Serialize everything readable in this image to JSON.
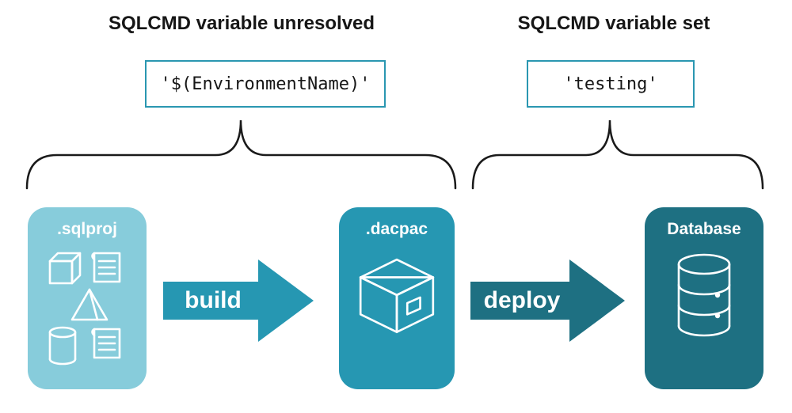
{
  "diagram": {
    "left": {
      "heading": "SQLCMD variable unresolved",
      "code": "'$(EnvironmentName)'"
    },
    "right": {
      "heading": "SQLCMD variable set",
      "code": "'testing'"
    },
    "nodes": {
      "sqlproj": ".sqlproj",
      "dacpac": ".dacpac",
      "database": "Database"
    },
    "arrows": {
      "build": "build",
      "deploy": "deploy"
    },
    "icons": {
      "sqlproj": "schema-objects-icon",
      "dacpac": "package-box-icon",
      "database": "database-cylinder-icon"
    },
    "colors": {
      "light_teal": "#87CCDB",
      "mid_teal": "#2697B2",
      "dark_teal": "#1E7082",
      "code_border_teal": "#2A97B1",
      "brace_black": "#1a1a1a",
      "heading_text": "#161616",
      "label_white": "#ffffff"
    }
  }
}
